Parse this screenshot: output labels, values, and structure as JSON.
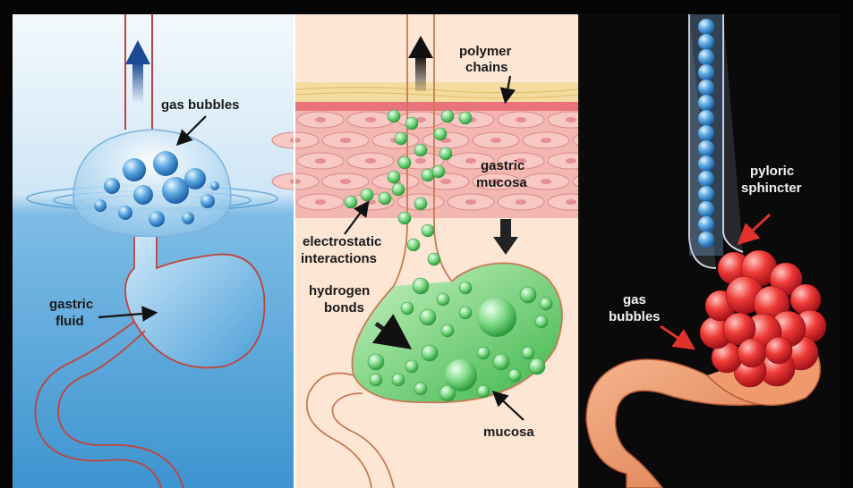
{
  "panels": [
    {
      "id": "left",
      "labels": {
        "gas_bubbles": "gas bubbles",
        "gastric_fluid_1": "gastric",
        "gastric_fluid_2": "fluid"
      }
    },
    {
      "id": "middle",
      "labels": {
        "polymer_chains_1": "polymer",
        "polymer_chains_2": "chains",
        "gastric_mucosa_1": "gastric",
        "gastric_mucosa_2": "mucosa",
        "electrostatic_1": "electrostatic",
        "electrostatic_2": "interactions",
        "hydrogen_bonds_1": "hydrogen",
        "hydrogen_bonds_2": "bonds",
        "mucosa": "mucosa"
      }
    },
    {
      "id": "right",
      "labels": {
        "pyloric_sphincter_1": "pyloric",
        "pyloric_sphincter_2": "sphincter",
        "gas_bubbles_1": "gas",
        "gas_bubbles_2": "bubbles"
      }
    }
  ],
  "colors": {
    "left_bg_top": "#eaf4fb",
    "left_bg_bottom": "#4a9fd6",
    "middle_bg": "#fde6d4",
    "right_bg": "#0a0a0a",
    "bubble_blue": "#3e8fd1",
    "bubble_green": "#6ed67a",
    "bubble_red": "#e3262b",
    "up_arrow_blue": "#1f4f9a"
  }
}
